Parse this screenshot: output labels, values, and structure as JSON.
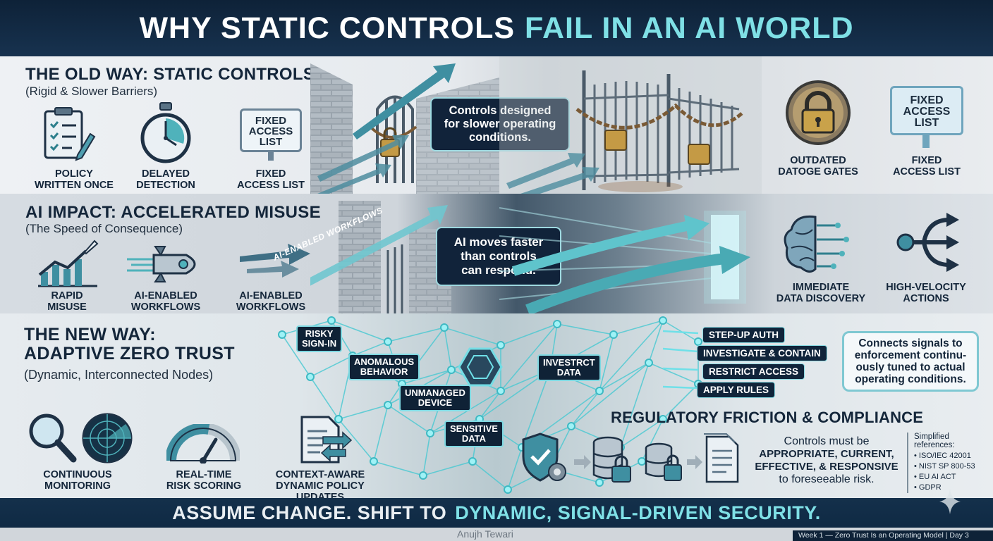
{
  "header": {
    "title_a": "WHY STATIC CONTROLS",
    "title_b": "FAIL IN AN AI WORLD"
  },
  "colors": {
    "accent": "#7fe0e6",
    "navy": "#0f2236",
    "white": "#ffffff"
  },
  "old_way": {
    "title": "THE OLD WAY: STATIC CONTROLS",
    "subtitle": "(Rigid & Slower Barriers)",
    "items": [
      {
        "icon": "clipboard-icon",
        "label_1": "POLICY",
        "label_2": "WRITTEN ONCE"
      },
      {
        "icon": "stopwatch-icon",
        "label_1": "DELAYED",
        "label_2": "DETECTION"
      },
      {
        "icon": "sign-icon",
        "sign_1": "FIXED",
        "sign_2": "ACCESS",
        "sign_3": "LIST",
        "label_1": "FIXED",
        "label_2": "ACCESS LIST"
      }
    ],
    "callout": {
      "l1": "Controls designed",
      "l2": "for slower operating",
      "l3": "conditions."
    },
    "right_items": [
      {
        "icon": "padlock-icon",
        "label_1": "OUTDATED",
        "label_2": "DATOGE GATES"
      },
      {
        "icon": "frozen-sign-icon",
        "sign_1": "FIXED",
        "sign_2": "ACCESS",
        "sign_3": "LIST",
        "label_1": "FIXED",
        "label_2": "ACCESS LIST"
      }
    ]
  },
  "ai_impact": {
    "title": "AI IMPACT: ACCELERATED MISUSE",
    "subtitle": "(The Speed of Consequence)",
    "items": [
      {
        "icon": "rocket-chart-icon",
        "label_1": "RAPID",
        "label_2": "MISUSE"
      },
      {
        "icon": "rocket-icon",
        "label_1": "AI-ENABLED",
        "label_2": "WORKFLOWS"
      },
      {
        "icon": "arrows-icon",
        "label_1": "AI-ENABLED",
        "label_2": "WORKFLOWS"
      }
    ],
    "wall_text": "AI-ENABLED WORKFLOWS",
    "callout": {
      "l1": "AI moves faster",
      "l2": "than controls",
      "l3": "can respond."
    },
    "right_items": [
      {
        "icon": "brain-icon",
        "label_1": "IMMEDIATE",
        "label_2": "DATA DISCOVERY"
      },
      {
        "icon": "branch-arrows-icon",
        "label_1": "HIGH-VELOCITY",
        "label_2": "ACTIONS"
      }
    ]
  },
  "new_way": {
    "title_1": "THE NEW WAY:",
    "title_2": "ADAPTIVE ZERO TRUST",
    "subtitle": "(Dynamic, Interconnected Nodes)",
    "nodes": [
      {
        "l1": "RISKY",
        "l2": "SIGN-IN"
      },
      {
        "l1": "ANOMALOUS",
        "l2": "BEHAVIOR"
      },
      {
        "l1": "UNMANAGED",
        "l2": "DEVICE"
      },
      {
        "l1": "SENSITIVE",
        "l2": "DATA"
      },
      {
        "l1": "INVESTRCT",
        "l2": "DATA"
      }
    ],
    "actions": [
      "STEP-UP AUTH",
      "INVESTIGATE & CONTAIN",
      "RESTRICT ACCESS",
      "APPLY RULES"
    ],
    "callout": {
      "l1": "Connects signals to",
      "l2": "enforcement continu-",
      "l3": "ously tuned to actual",
      "l4": "operating conditions."
    },
    "bottom_items": [
      {
        "icon": "magnifier-radar-icon",
        "label_1": "CONTINUOUS",
        "label_2": "MONITORING"
      },
      {
        "icon": "gauge-icon",
        "label_1": "REAL-TIME",
        "label_2": "RISK SCORING"
      },
      {
        "icon": "document-arrows-icon",
        "label_1": "CONTEXT-AWARE",
        "label_2": "DYNAMIC POLICY UPDATES"
      }
    ]
  },
  "regulatory": {
    "title": "REGULATORY FRICTION & COMPLIANCE",
    "text_1": "Controls must be",
    "text_2": "APPROPRIATE, CURRENT,",
    "text_3": "EFFECTIVE, & RESPONSIVE",
    "text_4": "to foreseeable risk.",
    "refs_title": "Simplified references:",
    "refs": [
      "• ISO/IEC 42001",
      "• NIST SP 800-53",
      "• EU AI ACT",
      "• GDPR"
    ]
  },
  "footer": {
    "text_a": "ASSUME CHANGE. SHIFT TO",
    "text_b": "DYNAMIC, SIGNAL-DRIVEN SECURITY."
  },
  "credit": "Anujh Tewari",
  "series_label": "Week 1 — Zero Trust Is an Operating Model | Day 3"
}
